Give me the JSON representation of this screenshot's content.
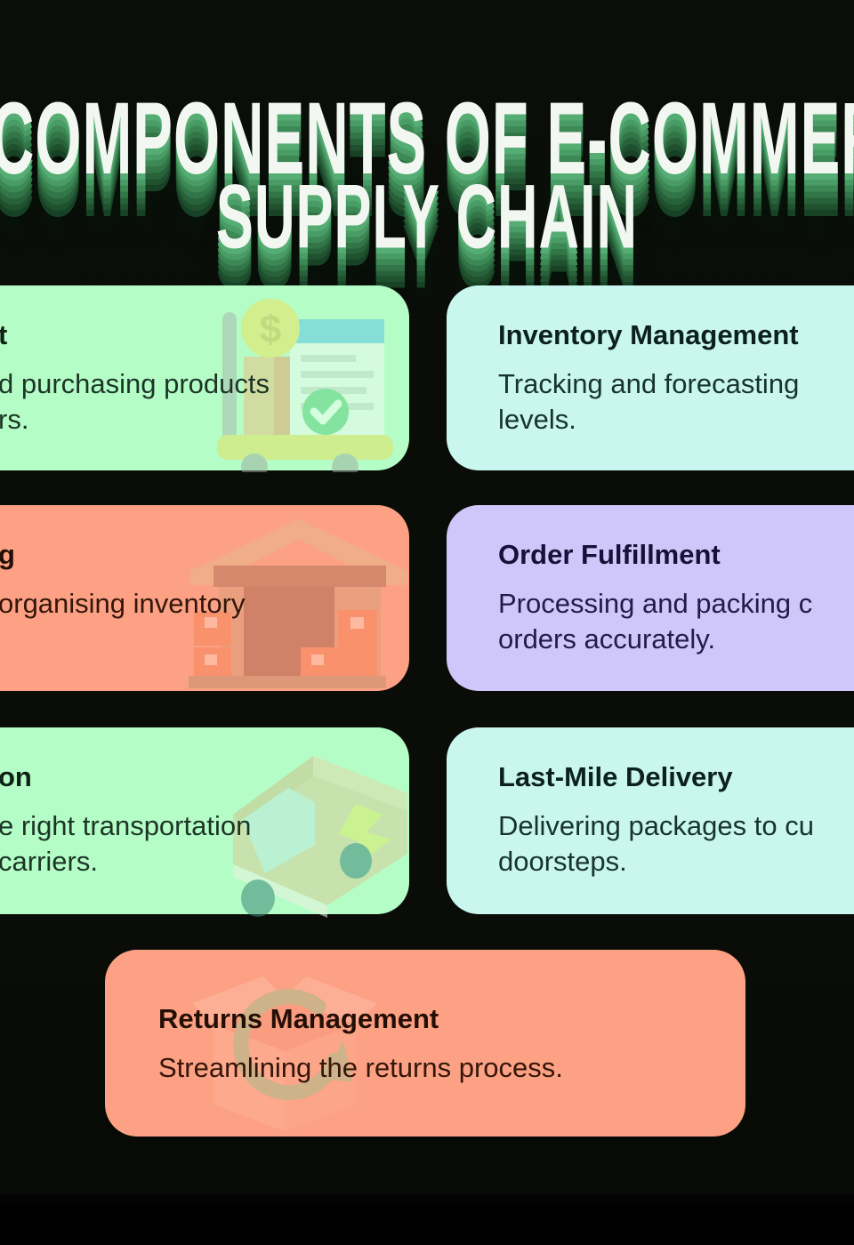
{
  "page": {
    "background_color": "#0a0c08",
    "footer_band_color": "#010101"
  },
  "title": {
    "line1": "COMPONENTS OF E-COMMERCE",
    "line2": "SUPPLY CHAIN",
    "face_color": "#f3f7f1",
    "extrude_color": "#3d8956"
  },
  "cards": {
    "procurement": {
      "bg": "#b4fdc6",
      "title_fragment": "t",
      "body_lines": [
        "d purchasing products",
        "rs."
      ],
      "icon": "shopping-cart-receipt"
    },
    "inventory": {
      "bg": "#c9f6ef",
      "title": "Inventory Management",
      "body_lines": [
        "Tracking and forecasting",
        "levels."
      ]
    },
    "warehousing": {
      "bg": "#fca184",
      "title_fragment": "g",
      "body_lines": [
        "organising inventory"
      ],
      "icon": "warehouse-building"
    },
    "fulfillment": {
      "bg": "#cfc7f9",
      "title": "Order Fulfillment",
      "body_lines": [
        "Processing and packing c",
        "orders accurately."
      ]
    },
    "transportation": {
      "bg": "#b4fdc6",
      "title_fragment": "on",
      "body_lines": [
        "e right transportation",
        "carriers."
      ],
      "icon": "delivery-van"
    },
    "delivery": {
      "bg": "#c9f6ef",
      "title": "Last-Mile Delivery",
      "body_lines": [
        "Delivering packages to cu",
        "doorsteps."
      ]
    },
    "returns": {
      "bg": "#fca184",
      "title": "Returns Management",
      "body_lines": [
        "Streamlining the returns process."
      ],
      "icon": "returns-box-arrow"
    }
  }
}
